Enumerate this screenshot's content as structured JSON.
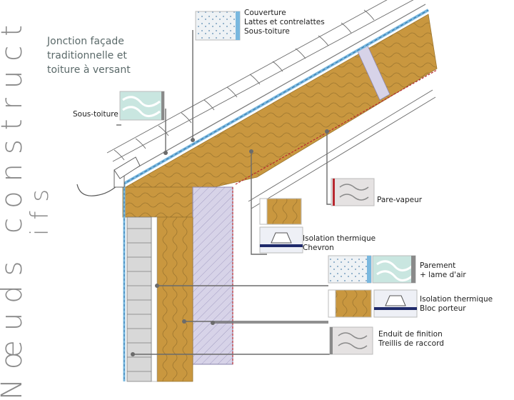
{
  "watermark": {
    "line1": "Nœuds construct",
    "line2": "ifs"
  },
  "title": {
    "line1": "Jonction façade",
    "line2": "traditionnelle et",
    "line3": "toiture à versant"
  },
  "labels": {
    "couverture_1": "Couverture",
    "couverture_2": "Lattes et contrelattes",
    "couverture_3": "Sous-toiture",
    "sous_toiture": "Sous-toiture",
    "pare_vapeur": "Pare-vapeur",
    "isolation_chevron_1": "Isolation thermique",
    "isolation_chevron_2": "Chevron",
    "parement_1": "Parement",
    "parement_2": "+ lame d'air",
    "isolation_bloc_1": "Isolation thermique",
    "isolation_bloc_2": "Bloc porteur",
    "enduit_1": "Enduit de finition",
    "enduit_2": "Treillis de raccord"
  },
  "colors": {
    "insulation": "#c9973f",
    "insulation_stroke": "#9c7630",
    "membrane_blue": "#79b8df",
    "block_purple": "#d7d3e8",
    "brick_gray": "#d8d8d8",
    "leader_gray": "#6b6b6b",
    "vapour_red": "#b8282f",
    "watermark": "#8a8a8a",
    "title": "#5b6a6a"
  },
  "icons": [
    "couverture-icon",
    "sous-toiture-icon",
    "pare-vapeur-icon",
    "isolation-icon",
    "chevron-icon",
    "parement-icon",
    "lame-air-icon",
    "bloc-porteur-icon",
    "enduit-icon"
  ]
}
